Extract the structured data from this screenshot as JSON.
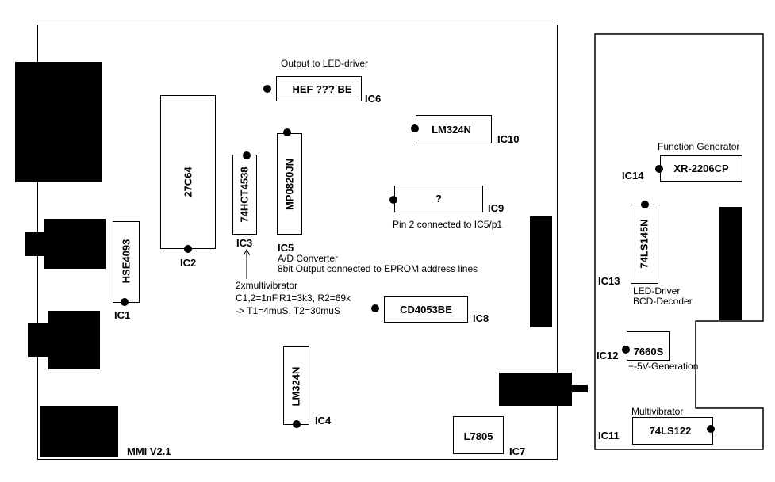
{
  "board_title": "MMI V2.1",
  "chips": {
    "ic1": {
      "part": "HSE4093",
      "id": "IC1"
    },
    "ic2": {
      "part": "27C64",
      "id": "IC2"
    },
    "ic3": {
      "part": "74HCT4538",
      "id": "IC3"
    },
    "ic4": {
      "part": "LM324N",
      "id": "IC4"
    },
    "ic5": {
      "part": "MP0820JN",
      "id": "IC5"
    },
    "ic6": {
      "part": "HEF ??? BE",
      "id": "IC6"
    },
    "ic7": {
      "part": "L7805",
      "id": "IC7"
    },
    "ic8": {
      "part": "CD4053BE",
      "id": "IC8"
    },
    "ic9": {
      "part": "?",
      "id": "IC9"
    },
    "ic10": {
      "part": "LM324N",
      "id": "IC10"
    },
    "ic11": {
      "part": "74LS122",
      "id": "IC11"
    },
    "ic12": {
      "part": "7660S",
      "id": "IC12"
    },
    "ic13": {
      "part": "74LS145N",
      "id": "IC13"
    },
    "ic14": {
      "part": "XR-2206CP",
      "id": "IC14"
    }
  },
  "annotations": {
    "ic6_note": "Output to LED-driver",
    "ic9_note": "Pin 2 connected to IC5/p1",
    "ic5_note1": "A/D Converter",
    "ic5_note2": "8bit Output connected to EPROM address lines",
    "ic3_note1": "2xmultivibrator",
    "ic3_note2": "C1,2=1nF,R1=3k3, R2=69k",
    "ic3_note3": "-> T1=4muS, T2=30muS",
    "ic14_note": "Function Generator",
    "ic13_note1": "LED-Driver",
    "ic13_note2": "BCD-Decoder",
    "ic12_note": "+-5V-Generation",
    "ic11_note": "Multivibrator"
  }
}
